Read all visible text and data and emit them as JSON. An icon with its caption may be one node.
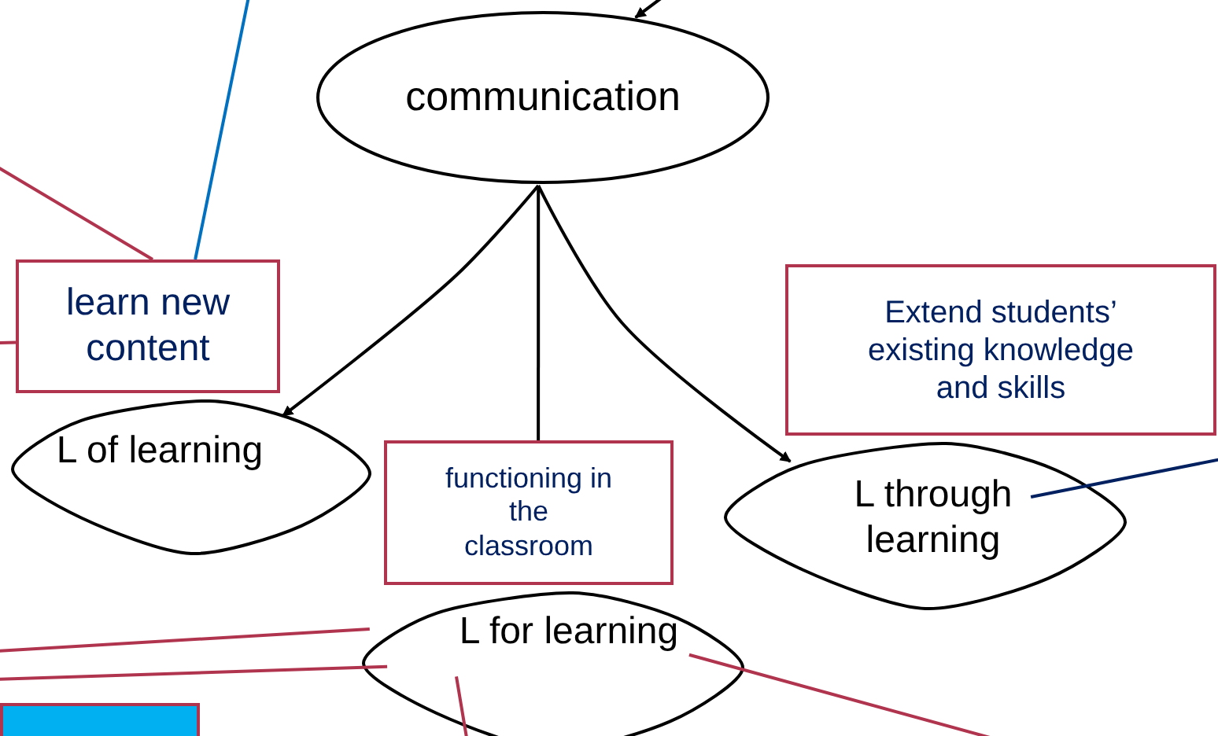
{
  "diagram": {
    "nodes": [
      {
        "text": [
          "communication"
        ]
      },
      {
        "text": [
          "learn new content"
        ]
      },
      {
        "text": [
          "Extend students’ existing knowledge and skills"
        ]
      },
      {
        "text": [
          "L of learning"
        ]
      },
      {
        "text": [
          "functioning in the classroom"
        ]
      },
      {
        "text": [
          "L through learning"
        ]
      },
      {
        "text": [
          "L for learning"
        ]
      },
      {
        "text": [],
        "shape": "box"
      }
    ],
    "edges": [
      {
        "from": null,
        "to": 0,
        "arrow": "to",
        "color": "#000000"
      },
      {
        "from": 0,
        "to": 3,
        "arrow": "to",
        "color": "#000000"
      },
      {
        "from": 0,
        "to": 4,
        "arrow": "none",
        "color": "#000000"
      },
      {
        "from": 0,
        "to": 5,
        "arrow": "to",
        "color": "#000000"
      },
      {
        "from": 1,
        "to": null,
        "arrow": "none",
        "color": "#0070c0"
      },
      {
        "from": 1,
        "to": null,
        "arrow": "none",
        "color": "#b0344e"
      },
      {
        "from": null,
        "to": 1,
        "arrow": "none",
        "color": "#b0344e"
      },
      {
        "from": null,
        "to": 6,
        "arrow": "none",
        "color": "#b0344e"
      },
      {
        "from": null,
        "to": 6,
        "arrow": "none",
        "color": "#b0344e"
      },
      {
        "from": 6,
        "to": null,
        "arrow": "none",
        "color": "#b0344e"
      },
      {
        "from": 6,
        "to": null,
        "arrow": "none",
        "color": "#b0344e"
      },
      {
        "from": 5,
        "to": null,
        "arrow": "none",
        "color": "#002060"
      }
    ]
  }
}
